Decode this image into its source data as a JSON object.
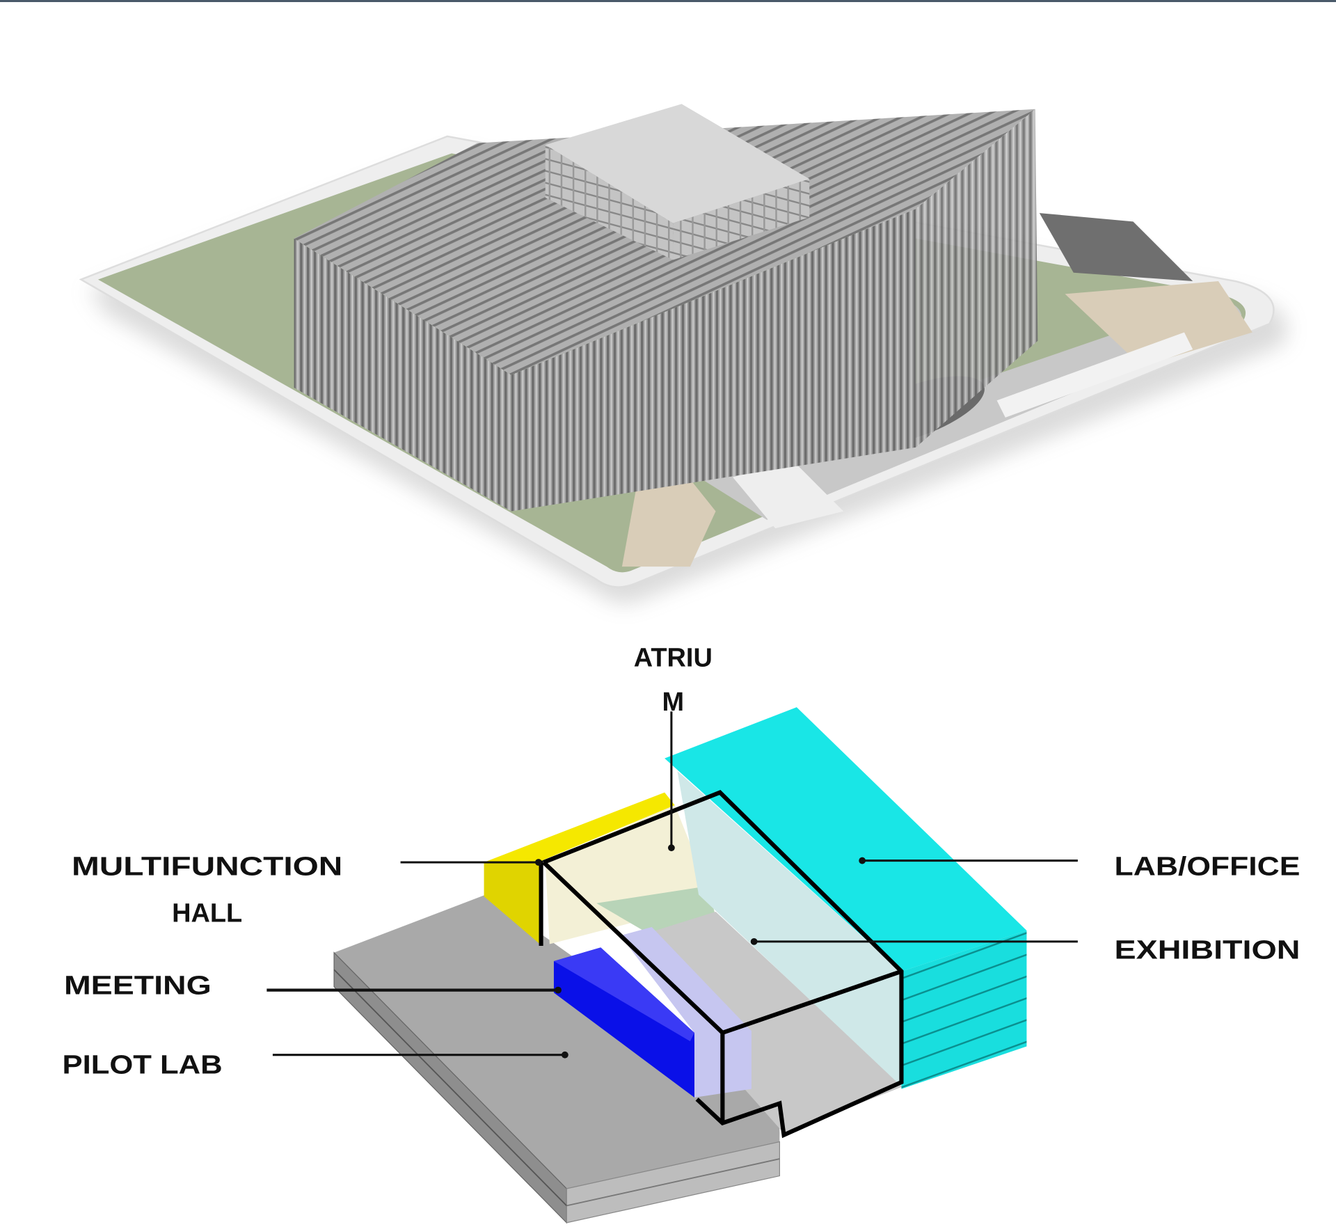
{
  "colors": {
    "site_green": "#a7b594",
    "site_path": "#d9cdb8",
    "building": "#9a9a9a",
    "multifunction_hall": "#f5e800",
    "atrium": "#f3f0d6",
    "lab_office": "#19e6e6",
    "exhibition": "#cfe8e8",
    "meeting": "#0a10e8",
    "meeting_side": "#c6c6f0",
    "pilot_lab": "#a9a9a9"
  },
  "labels": {
    "atrium_line1": "ATRIU",
    "atrium_line2": "M",
    "multifunction_line1": "MULTIFUNCTION",
    "multifunction_line2": "HALL",
    "meeting": "MEETING",
    "pilot_lab": "PILOT LAB",
    "lab_office": "LAB/OFFICE",
    "exhibition": "EXHIBITION"
  }
}
